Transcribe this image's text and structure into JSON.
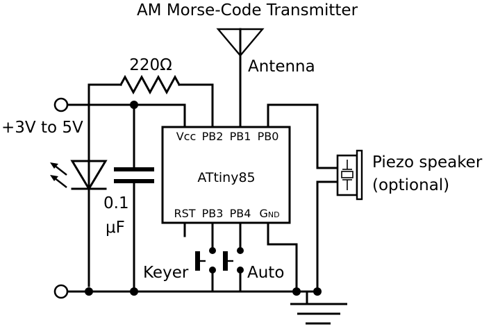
{
  "title": "AM Morse-Code Transmitter",
  "labels": {
    "antenna": "Antenna",
    "resistor": "220Ω",
    "supply": "+3V to 5V",
    "capacitor_value": "0.1",
    "capacitor_unit": "μF",
    "chip": "ATtiny85",
    "speaker_line1": "Piezo speaker",
    "speaker_line2": "(optional)",
    "keyer": "Keyer",
    "auto": "Auto"
  },
  "pins": {
    "vcc": "Vcc",
    "pb2": "PB2",
    "pb1": "PB1",
    "pb0": "PB0",
    "rst": "RST",
    "pb3": "PB3",
    "pb4": "PB4",
    "gnd": "Gnd"
  }
}
